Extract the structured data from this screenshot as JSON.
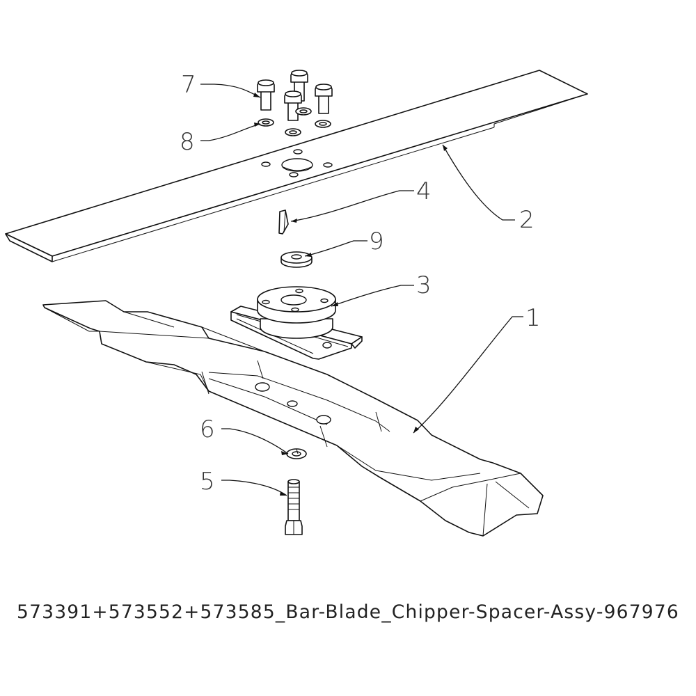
{
  "callouts": {
    "c1": "1",
    "c2": "2",
    "c3": "3",
    "c4": "4",
    "c5": "5",
    "c6": "6",
    "c7": "7",
    "c8": "8",
    "c9": "9"
  },
  "caption": "573391+573552+573585_Bar-Blade_Chipper-Spacer-Assy-967976"
}
